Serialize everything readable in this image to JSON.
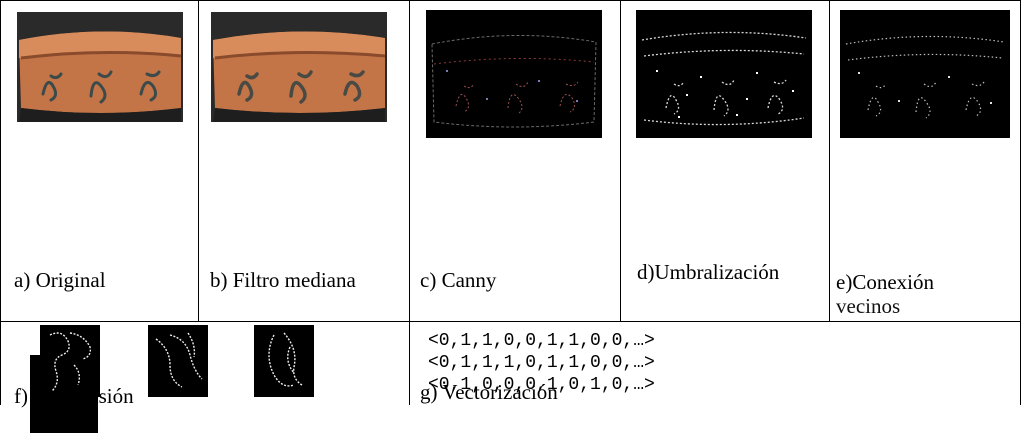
{
  "row1": {
    "captions": {
      "original": "a)  Original",
      "median": "b) Filtro mediana",
      "canny": "c) Canny",
      "threshold": "d)Umbralización",
      "neighbors_line1": "e)Conexión",
      "neighbors_line2": "vecinos"
    }
  },
  "row2": {
    "subdivision_caption": "f) Subdivisión",
    "vectors": [
      "<0,1,1,0,0,1,1,0,0,…>",
      "<0,1,1,1,0,1,1,0,0,…>",
      "<0,1,0,0,0,1,0,1,0,…>"
    ],
    "vectorization_caption": "g) Vectorización"
  },
  "colors": {
    "pottery_body": "#c8794a",
    "pottery_dark": "#7a4226",
    "background_black": "#000000",
    "grid_line": "#000000"
  }
}
